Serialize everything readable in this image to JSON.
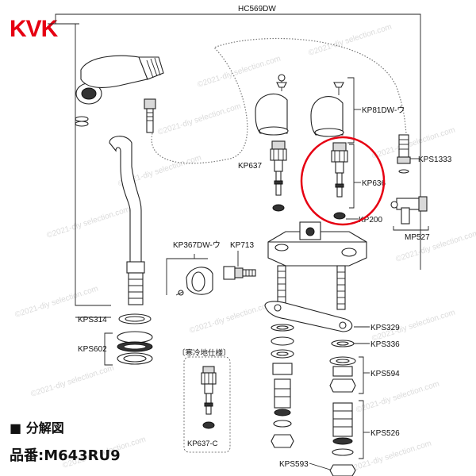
{
  "brand": "KVK",
  "watermark": "©2021-diy selection.com",
  "labels": {
    "hc569dw": "HC569DW",
    "kp81dw": "KP81DW-ウ",
    "kps1333": "KPS1333",
    "kp637": "KP637",
    "kp636": "KP636",
    "kp200": "KP200",
    "mp527": "MP527",
    "kp367dw": "KP367DW-ウ",
    "kp713": "KP713",
    "kps314": "KPS314",
    "kps602": "KPS602",
    "kps329": "KPS329",
    "kps336": "KPS336",
    "kps594": "KPS594",
    "kps526": "KPS526",
    "kps593": "KPS593",
    "cold_spec": "〔寒冷地仕様〕",
    "kp637c": "KP637-C"
  },
  "caption": {
    "title": "■ 分解図",
    "model": "品番:M643RU9"
  },
  "colors": {
    "brand": "#e60012",
    "highlight": "#e60012"
  }
}
